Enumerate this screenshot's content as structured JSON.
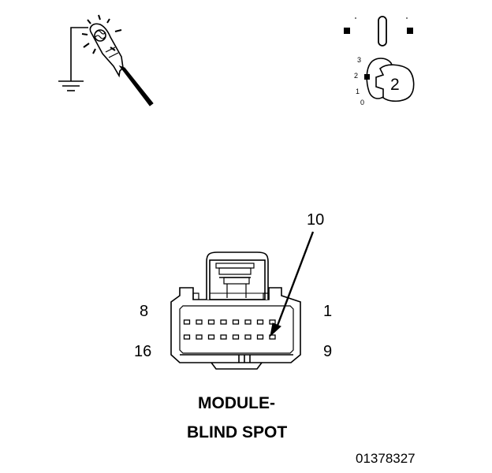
{
  "diagram": {
    "icons": {
      "test_light": "test-light-probe-icon",
      "ignition_switch": "ignition-switch-icon"
    },
    "ignition": {
      "positions": [
        "3",
        "2",
        "1",
        "0"
      ],
      "selected": "2"
    },
    "connector": {
      "pin_callout": "10",
      "corner_labels": {
        "top_left": "8",
        "top_right": "1",
        "bottom_left": "16",
        "bottom_right": "9"
      },
      "row_pin_count": 8,
      "highlighted_pin": 10
    },
    "title_line1": "MODULE-",
    "title_line2": "BLIND SPOT",
    "reference_number": "01378327"
  }
}
